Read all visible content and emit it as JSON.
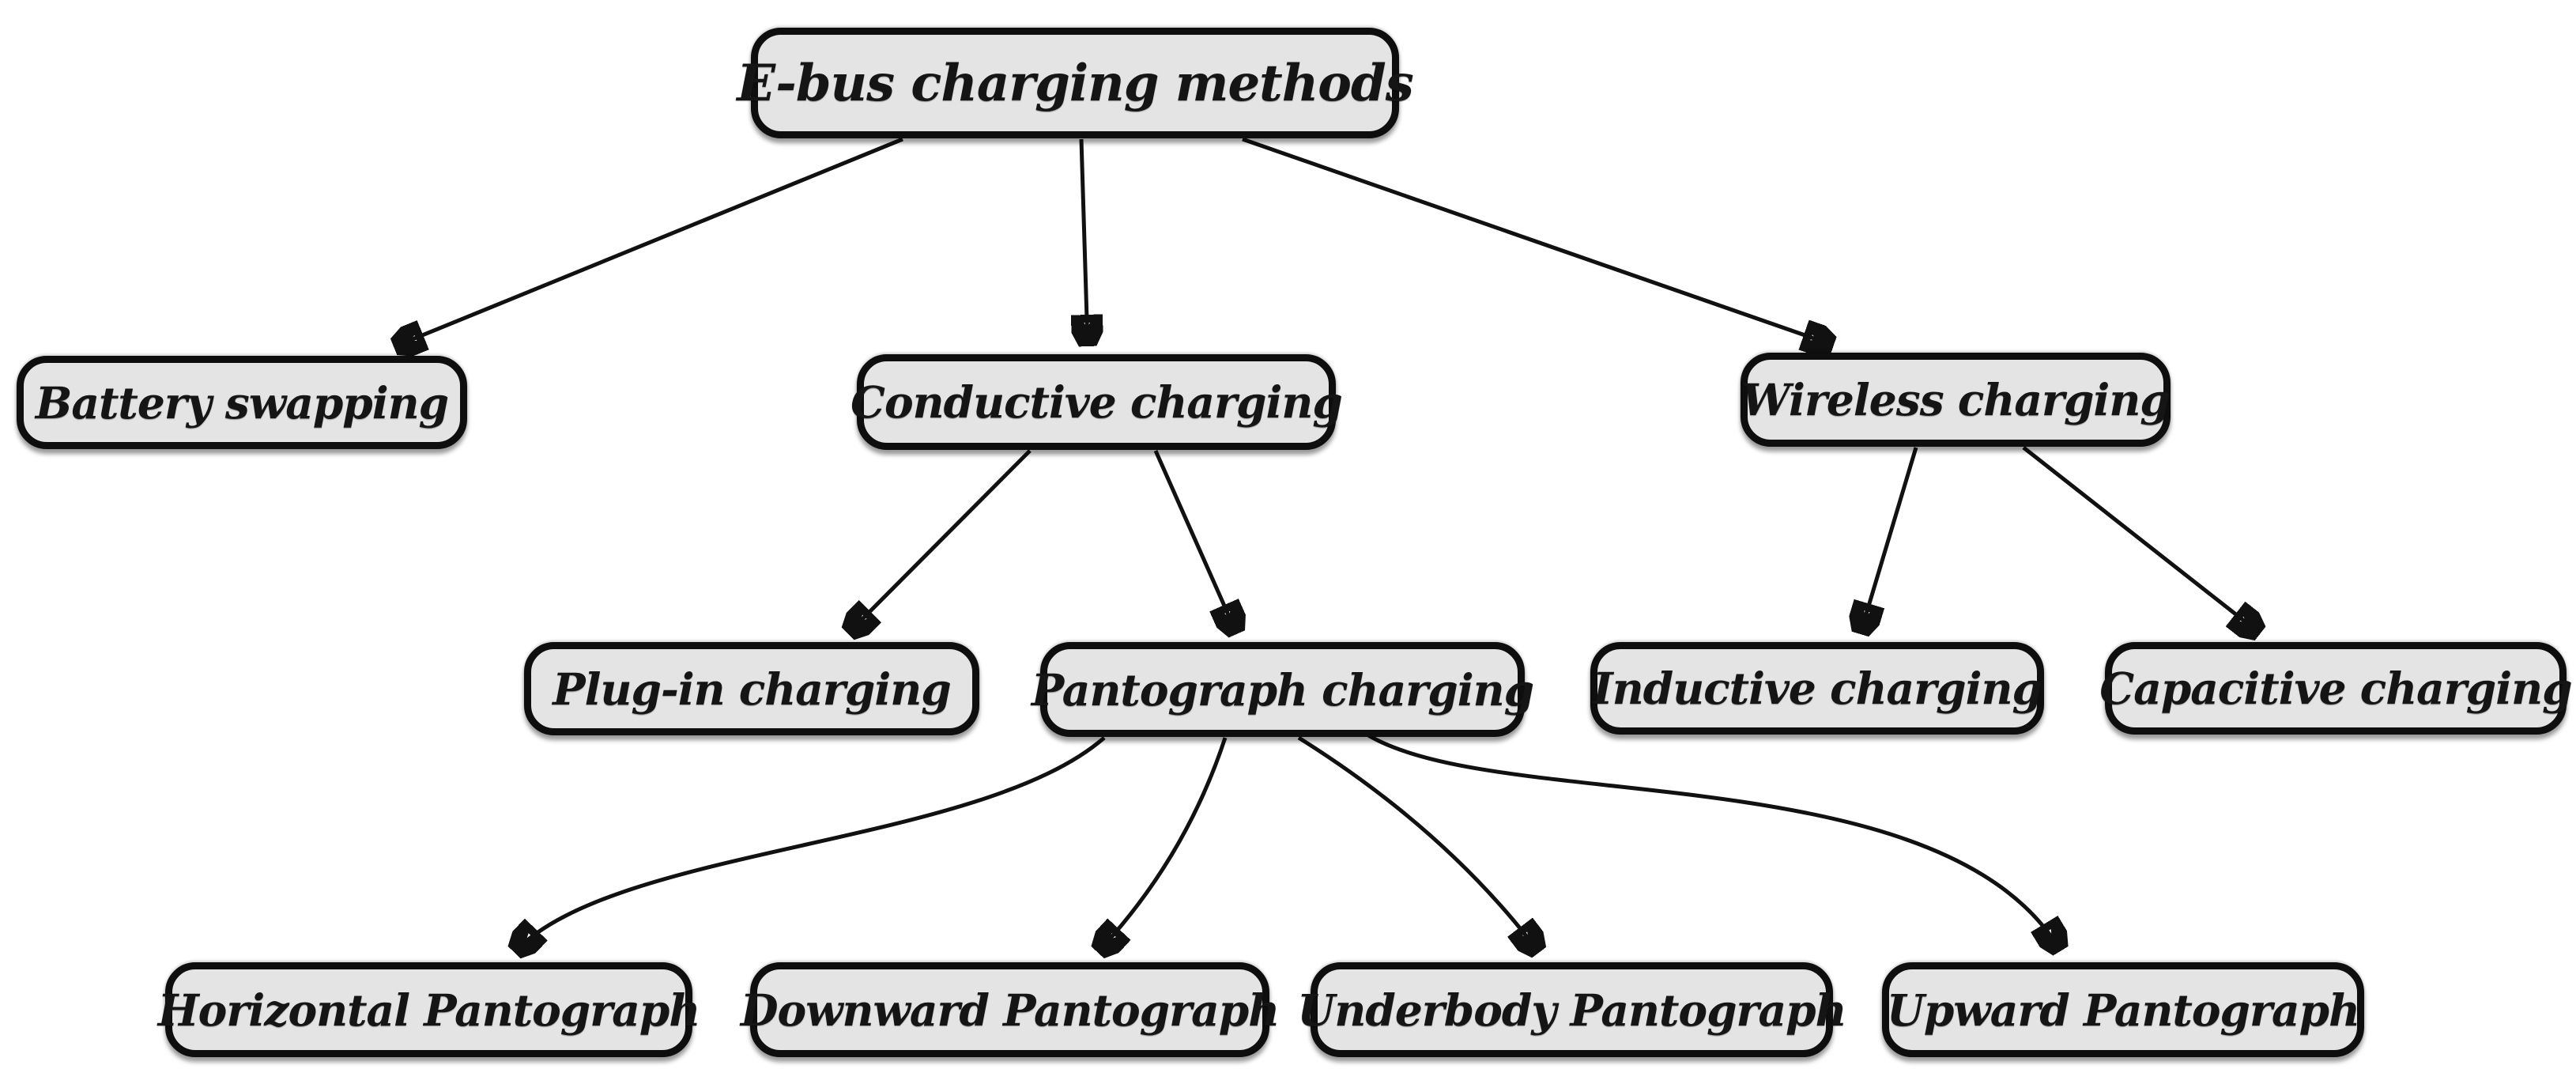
{
  "diagram": {
    "background": "#ffffff",
    "node_fill": "#e4e4e4",
    "node_border": "#0e0e0e",
    "text_color": "#151515",
    "arrow_color": "#111111",
    "nodes": {
      "root": {
        "label": "E-bus charging methods"
      },
      "battery_swapping": {
        "label": "Battery swapping"
      },
      "conductive_charging": {
        "label": "Conductive charging"
      },
      "wireless_charging": {
        "label": "Wireless charging"
      },
      "plug_in_charging": {
        "label": "Plug-in charging"
      },
      "pantograph_charging": {
        "label": "Pantograph charging"
      },
      "inductive_charging": {
        "label": "Inductive charging"
      },
      "capacitive_charging": {
        "label": "Capacitive charging"
      },
      "horizontal_pantograph": {
        "label": "Horizontal Pantograph"
      },
      "downward_pantograph": {
        "label": "Downward Pantograph"
      },
      "underbody_pantograph": {
        "label": "Underbody Pantograph"
      },
      "upward_pantograph": {
        "label": "Upward Pantograph"
      }
    },
    "edges": [
      {
        "from": "root",
        "to": "battery_swapping"
      },
      {
        "from": "root",
        "to": "conductive_charging"
      },
      {
        "from": "root",
        "to": "wireless_charging"
      },
      {
        "from": "conductive_charging",
        "to": "plug_in_charging"
      },
      {
        "from": "conductive_charging",
        "to": "pantograph_charging"
      },
      {
        "from": "wireless_charging",
        "to": "inductive_charging"
      },
      {
        "from": "wireless_charging",
        "to": "capacitive_charging"
      },
      {
        "from": "pantograph_charging",
        "to": "horizontal_pantograph"
      },
      {
        "from": "pantograph_charging",
        "to": "downward_pantograph"
      },
      {
        "from": "pantograph_charging",
        "to": "underbody_pantograph"
      },
      {
        "from": "pantograph_charging",
        "to": "upward_pantograph"
      }
    ]
  }
}
